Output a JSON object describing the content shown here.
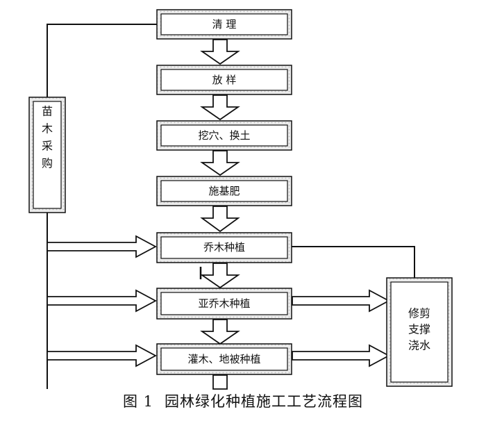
{
  "steps": [
    "清 理",
    "放 样",
    "挖穴、换土",
    "施基肥",
    "乔木种植",
    "亚乔木种植",
    "灌木、地被种植"
  ],
  "side_left": {
    "label_lines": [
      "苗",
      "木",
      "采",
      "购"
    ]
  },
  "side_right": {
    "label_lines": [
      "修剪",
      "支撑",
      "浇水"
    ]
  },
  "caption": {
    "number": "图 1",
    "title": "园林绿化种植施工工艺流程图"
  }
}
